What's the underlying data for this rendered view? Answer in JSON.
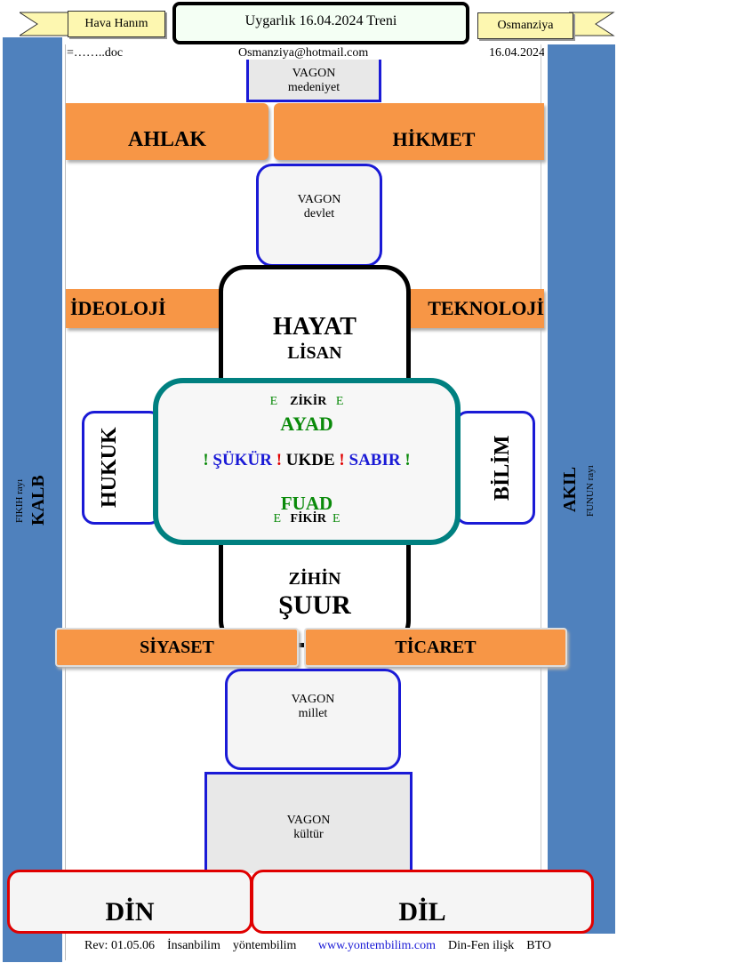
{
  "header": {
    "left_banner": "Hava Hanım",
    "title": "Uygarlık 16.04.2024 Treni",
    "right_banner": "Osmanziya",
    "file": "=……..doc",
    "email": "Osmanziya@hotmail.com",
    "date": "16.04.2024"
  },
  "wagons": {
    "medeniyet": {
      "line1": "VAGON",
      "line2": "medeniyet"
    },
    "devlet": {
      "line1": "VAGON",
      "line2": "devlet"
    },
    "millet": {
      "line1": "VAGON",
      "line2": "millet"
    },
    "kultur": {
      "line1": "VAGON",
      "line2": "kültür"
    }
  },
  "bars": {
    "ahlak": "AHLAK",
    "hikmet": "HİKMET",
    "ideoloji": "İDEOLOJİ",
    "teknoloji": "TEKNOLOJİ",
    "siyaset": "SİYASET",
    "ticaret": "TİCARET"
  },
  "core": {
    "hayat": "HAYAT",
    "lisan": "LİSAN",
    "zihin": "ZİHİN",
    "suur": "ŞUUR",
    "e": "E",
    "zikir": "ZİKİR",
    "ayad": "AYAD",
    "excl": "!",
    "sukur": "ŞÜKÜR",
    "ukde": "UKDE",
    "sabir": "SABIR",
    "fuad": "FUAD",
    "fikir": "FİKİR"
  },
  "sides": {
    "hukuk": "HUKUK",
    "bilim": "BİLİM",
    "left_rail_small": "FIKIH rayı",
    "left_rail_big": "KALB",
    "right_rail_big": "AKIL",
    "right_rail_small": "FUNUN rayı"
  },
  "bottom": {
    "din": "DİN",
    "dil": "DİL"
  },
  "footer": {
    "rev": "Rev: 01.05.06",
    "insanbilim": "İnsanbilim",
    "yontembilim": "yöntembilim",
    "url": "www.yontembilim.com",
    "dinfen": "Din-Fen ilişk",
    "bto": "BTO"
  },
  "colors": {
    "rail": "#4f81bd",
    "bar": "#f79646",
    "wagon_border": "#1a1ad6",
    "core_border": "#008080",
    "base_border": "#e00000",
    "green": "#0a8a0a"
  }
}
